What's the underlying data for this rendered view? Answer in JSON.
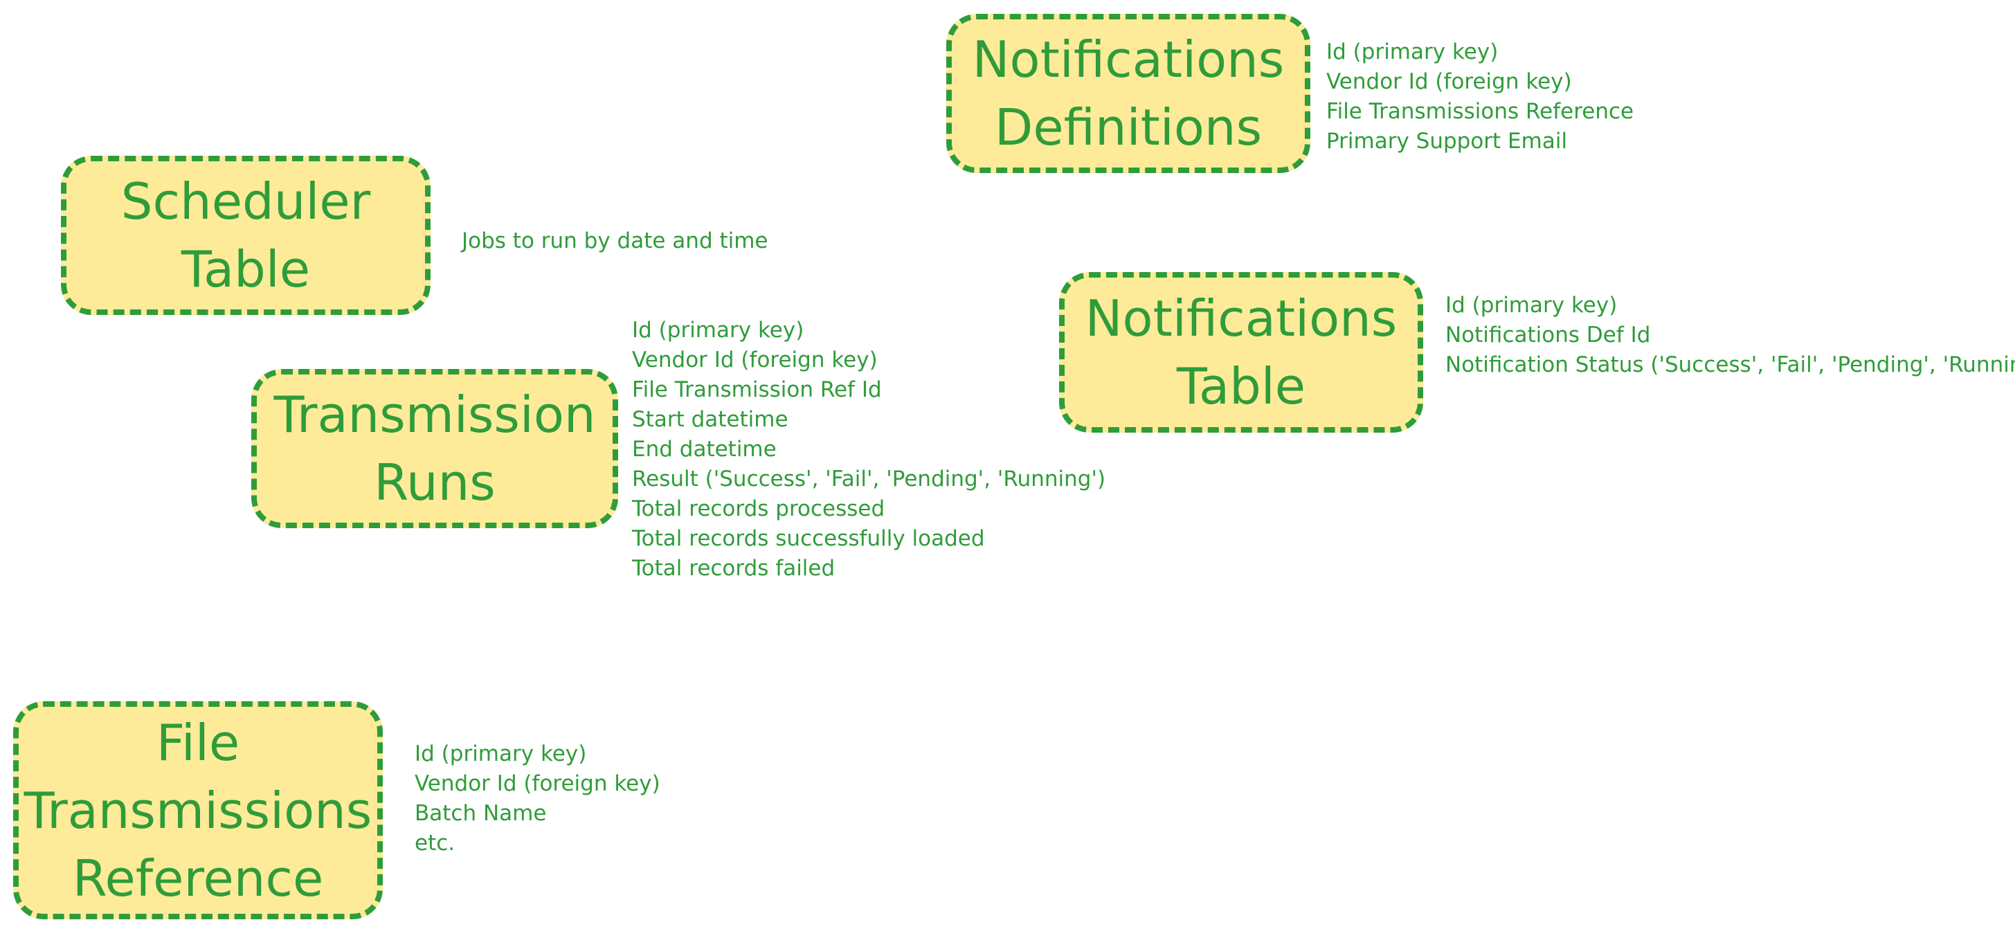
{
  "colors": {
    "node_fill": "#fdeb99",
    "node_border": "#2f9c3a",
    "text": "#2f9c3a",
    "background": "#ffffff"
  },
  "nodes": {
    "notifications_definitions": {
      "title_lines": [
        "Notifications",
        "Definitions"
      ],
      "fields": [
        "Id (primary key)",
        "Vendor Id (foreign key)",
        "File Transmissions Reference",
        "Primary Support Email"
      ]
    },
    "scheduler_table": {
      "title_lines": [
        "Scheduler",
        "Table"
      ],
      "note": "Jobs to run by date and time"
    },
    "notifications_table": {
      "title_lines": [
        "Notifications",
        "Table"
      ],
      "fields": [
        "Id (primary key)",
        "Notifications Def Id",
        "Notification Status ('Success', 'Fail', 'Pending', 'Running')"
      ]
    },
    "transmission_runs": {
      "title_lines": [
        "Transmission",
        "Runs"
      ],
      "fields": [
        "Id (primary key)",
        "Vendor Id (foreign key)",
        "File Transmission Ref Id",
        "Start datetime",
        "End datetime",
        "Result ('Success', 'Fail', 'Pending', 'Running')",
        "Total records processed",
        "Total records successfully loaded",
        "Total records failed"
      ]
    },
    "file_transmissions_reference": {
      "title_lines": [
        "File",
        "Transmissions",
        "Reference"
      ],
      "fields": [
        "Id (primary key)",
        "Vendor Id (foreign key)",
        "Batch Name",
        "etc."
      ]
    }
  }
}
